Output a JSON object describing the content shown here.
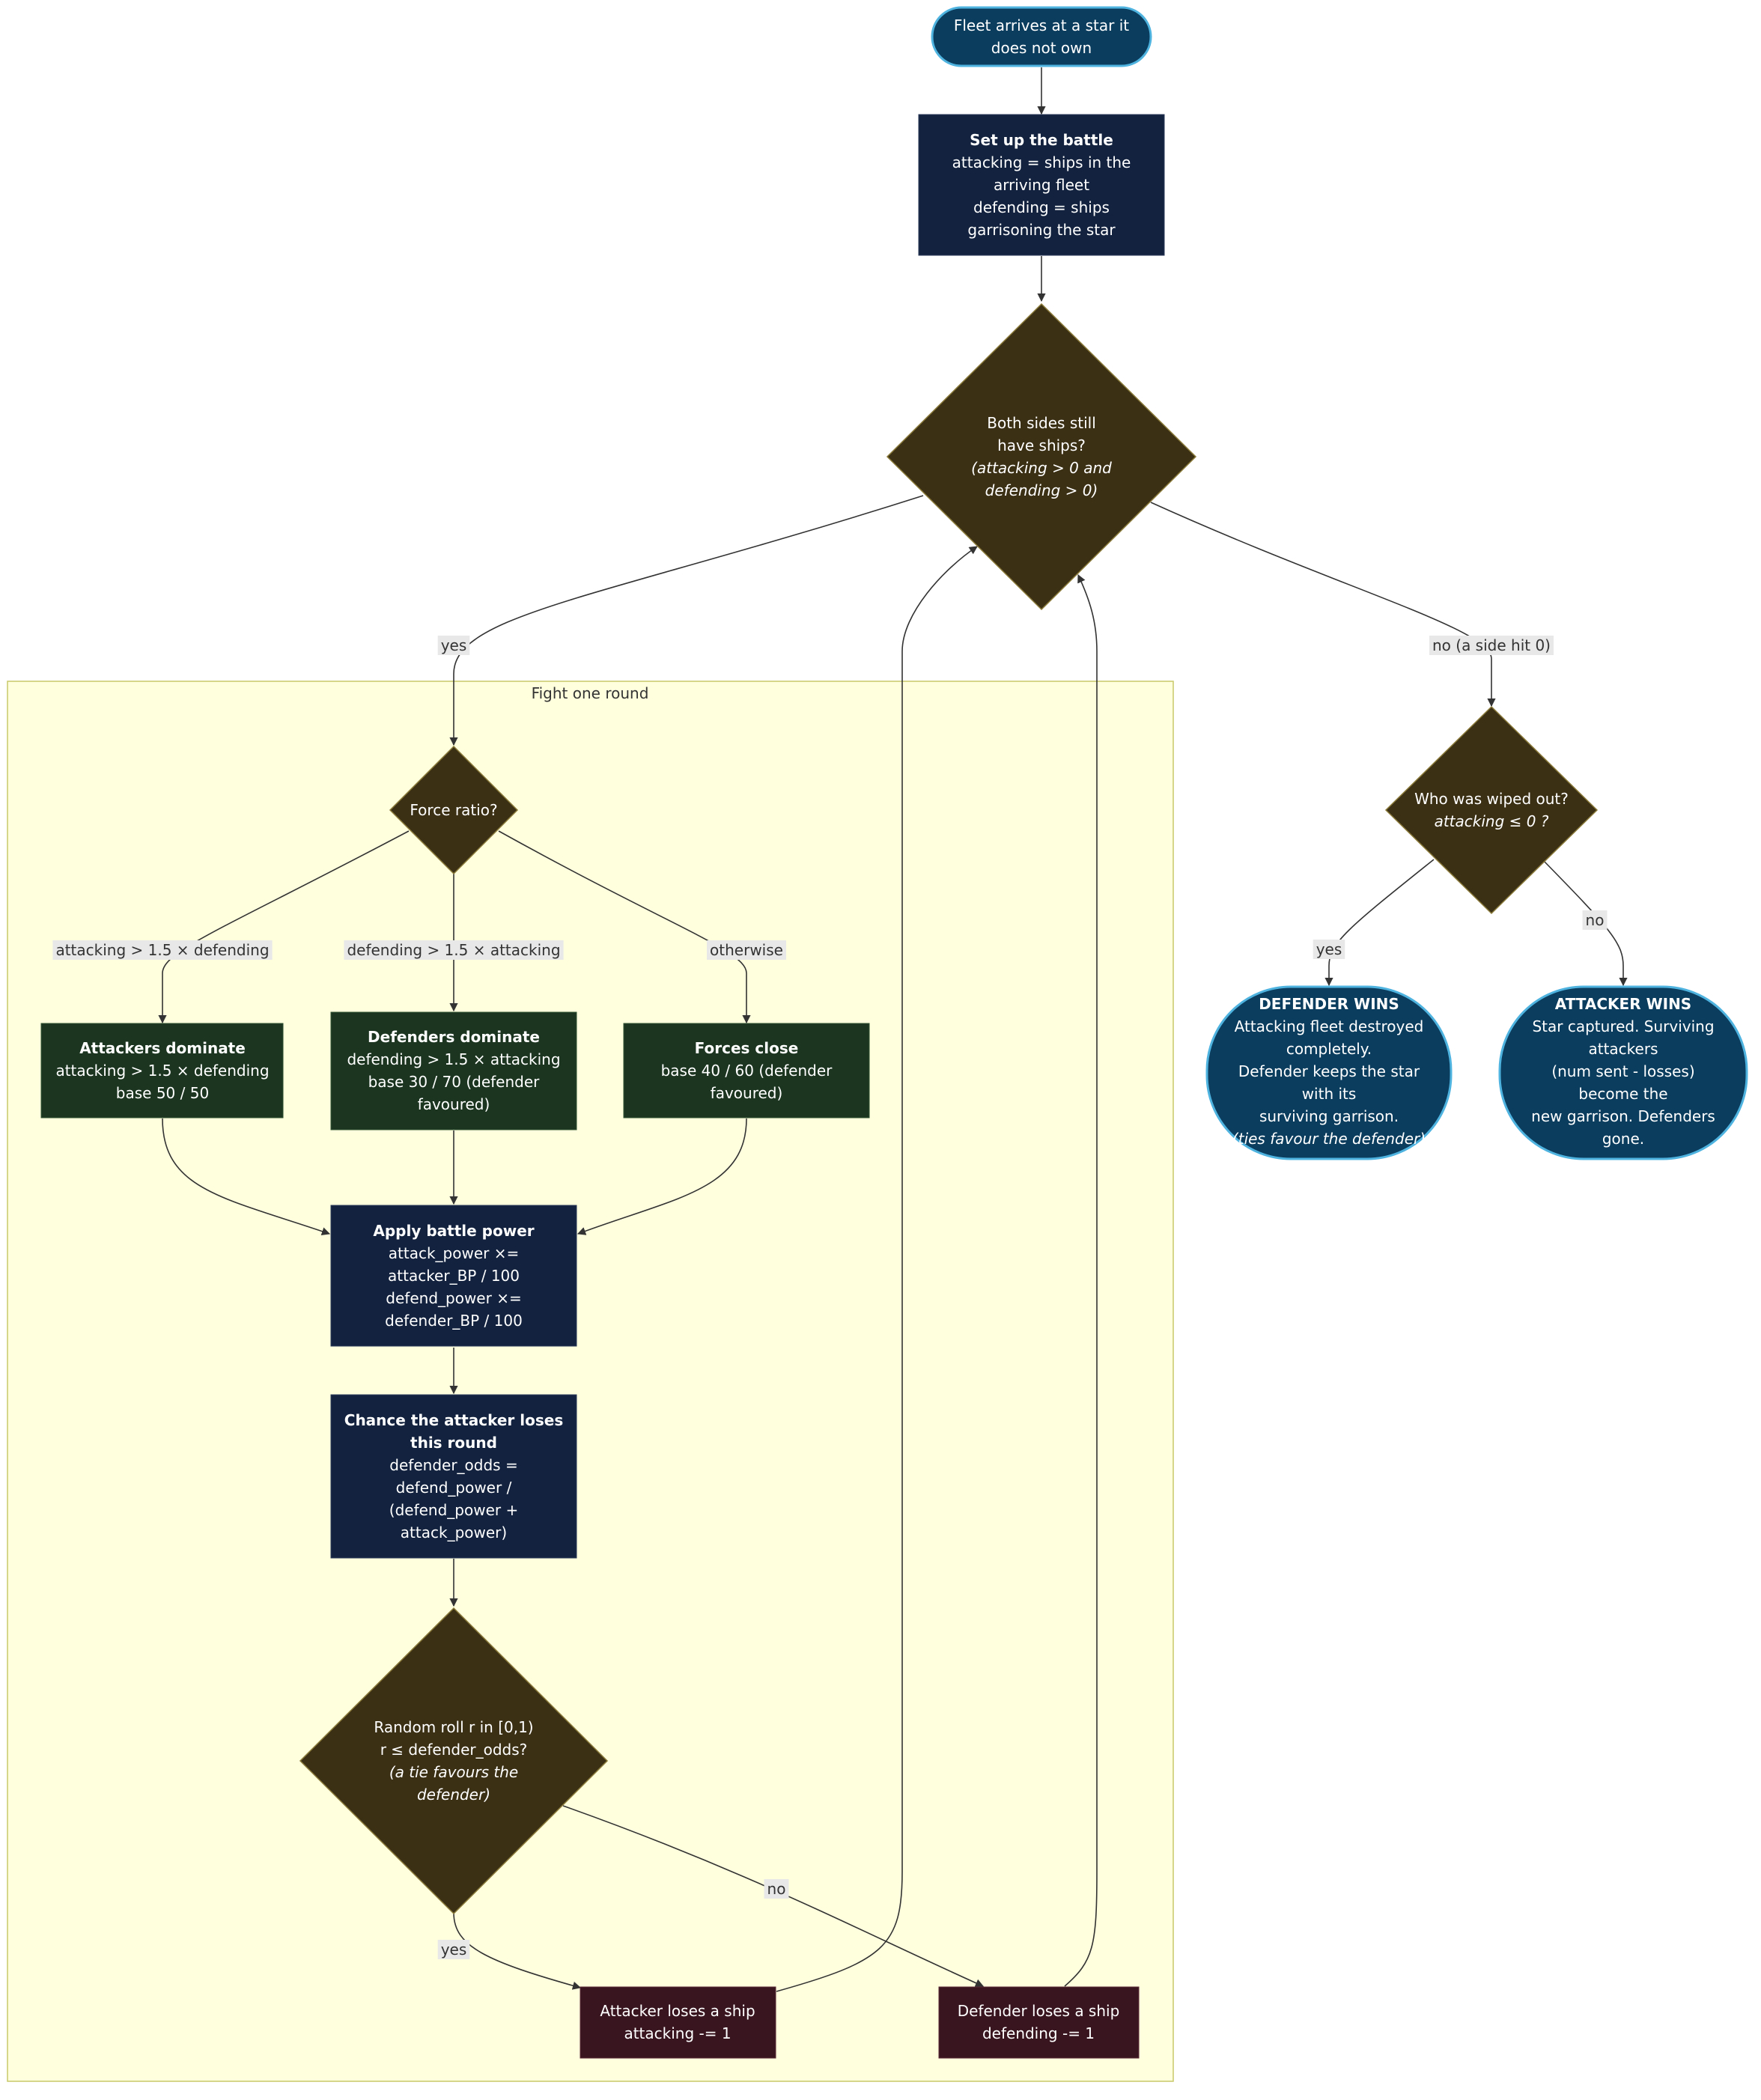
{
  "colors": {
    "terminal_fill": "#0b3d5e",
    "terminal_stroke": "#4fb3e0",
    "process_fill": "#13233f",
    "decision_fill": "#3b2f14",
    "decision_stroke": "#8a7a3a",
    "case_fill": "#1b3520",
    "loss_fill": "#38151f",
    "cluster_fill": "#ffffde",
    "cluster_stroke": "#c9c96a",
    "edge": "#333333",
    "label_bg": "#e8e8e8"
  },
  "cluster": {
    "title": "Fight one round"
  },
  "nodes": {
    "start": {
      "lines": [
        "Fleet arrives at a star it",
        "does not own"
      ]
    },
    "setup": {
      "lines": [
        "Set up the battle",
        "attacking = ships in the",
        "arriving fleet",
        "defending = ships",
        "garrisoning the star"
      ]
    },
    "both": {
      "lines": [
        "Both sides still",
        "have ships?",
        "(attacking > 0 and",
        "defending > 0)"
      ]
    },
    "ratio": {
      "lines": [
        "Force ratio?"
      ]
    },
    "att_dom": {
      "lines": [
        "Attackers dominate",
        "attacking > 1.5 × defending",
        "base 50 / 50"
      ]
    },
    "def_dom": {
      "lines": [
        "Defenders dominate",
        "defending > 1.5 × attacking",
        "base 30 / 70 (defender",
        "favoured)"
      ]
    },
    "close": {
      "lines": [
        "Forces close",
        "base 40 / 60 (defender",
        "favoured)"
      ]
    },
    "power": {
      "lines": [
        "Apply battle power",
        "attack_power ×=",
        "attacker_BP / 100",
        "defend_power ×=",
        "defender_BP / 100"
      ]
    },
    "chance": {
      "lines": [
        "Chance the attacker loses",
        "this round",
        "defender_odds =",
        "defend_power /",
        "(defend_power +",
        "attack_power)"
      ]
    },
    "roll": {
      "lines": [
        "Random roll r in [0,1)",
        "r ≤ defender_odds?",
        "(a tie favours the",
        "defender)"
      ]
    },
    "att_loss": {
      "lines": [
        "Attacker loses a ship",
        "attacking -= 1"
      ]
    },
    "def_loss": {
      "lines": [
        "Defender loses a ship",
        "defending -= 1"
      ]
    },
    "wiped": {
      "lines": [
        "Who was wiped out?",
        "attacking ≤ 0 ?"
      ]
    },
    "def_wins": {
      "lines": [
        "DEFENDER WINS",
        "Attacking fleet destroyed",
        "completely.",
        "Defender keeps the star",
        "with its",
        "surviving garrison.",
        "(ties favour the defender)"
      ]
    },
    "att_wins": {
      "lines": [
        "ATTACKER WINS",
        "Star captured. Surviving",
        "attackers",
        "(num sent - losses)",
        "become the",
        "new garrison. Defenders",
        "gone."
      ]
    }
  },
  "edge_labels": {
    "both_yes": "yes",
    "both_no": "no (a side hit 0)",
    "ratio_att": "attacking > 1.5 × defending",
    "ratio_def": "defending > 1.5 × attacking",
    "ratio_other": "otherwise",
    "roll_yes": "yes",
    "roll_no": "no",
    "wiped_yes": "yes",
    "wiped_no": "no"
  }
}
